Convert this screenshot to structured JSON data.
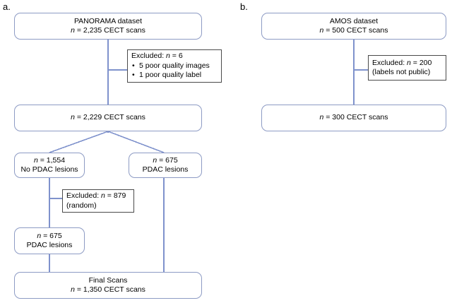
{
  "figure": {
    "type": "flowchart",
    "panels": [
      {
        "label": "a.",
        "name": "panel-a-panorama",
        "nodes": [
          {
            "name": "panorama-dataset-box",
            "kind": "round",
            "lines": [
              "PANORAMA dataset",
              "n = 2,235 CECT scans"
            ]
          },
          {
            "name": "excluded-6-box",
            "kind": "excl",
            "heading": "Excluded: n = 6",
            "bullets": [
              "5 poor quality images",
              "1 poor quality label"
            ]
          },
          {
            "name": "scans-2229-box",
            "kind": "round",
            "lines": [
              "n = 2,229 CECT scans"
            ]
          },
          {
            "name": "no-pdac-1554-box",
            "kind": "round",
            "lines": [
              "n = 1,554",
              "No PDAC lesions"
            ]
          },
          {
            "name": "pdac-675-box",
            "kind": "round",
            "lines": [
              "n = 675",
              "PDAC lesions"
            ]
          },
          {
            "name": "excluded-879-box",
            "kind": "excl",
            "heading": "Excluded: n = 879",
            "bullets": [
              "(random)"
            ]
          },
          {
            "name": "pdac-675-lower-box",
            "kind": "round",
            "lines": [
              "n = 675",
              "PDAC lesions"
            ]
          },
          {
            "name": "final-scans-box",
            "kind": "round",
            "lines": [
              "Final Scans",
              "n = 1,350 CECT scans"
            ]
          }
        ]
      },
      {
        "label": "b.",
        "name": "panel-b-amos",
        "nodes": [
          {
            "name": "amos-dataset-box",
            "kind": "round",
            "lines": [
              "AMOS dataset",
              "n = 500 CECT scans"
            ]
          },
          {
            "name": "excluded-200-box",
            "kind": "excl",
            "heading": "Excluded: n = 200",
            "bullets": [
              "(labels not public)"
            ]
          },
          {
            "name": "scans-300-box",
            "kind": "round",
            "lines": [
              "n = 300 CECT scans"
            ]
          }
        ]
      }
    ]
  },
  "panel_a": {
    "label": "a.",
    "panorama": {
      "title": "PANORAMA dataset",
      "count": "n = 2,235 CECT scans"
    },
    "excluded_6": {
      "heading": "Excluded: n = 6",
      "bullet_1": "5 poor quality images",
      "bullet_2": "1 poor quality label"
    },
    "scans_2229": {
      "count": "n = 2,229 CECT scans"
    },
    "no_pdac": {
      "count": "n = 1,554",
      "desc": "No PDAC lesions"
    },
    "pdac": {
      "count": "n = 675",
      "desc": "PDAC lesions"
    },
    "excluded_879": {
      "heading": "Excluded: n = 879",
      "note": "(random)"
    },
    "pdac_lower": {
      "count": "n = 675",
      "desc": "PDAC lesions"
    },
    "final": {
      "title": "Final Scans",
      "count": "n = 1,350 CECT scans"
    }
  },
  "panel_b": {
    "label": "b.",
    "amos": {
      "title": "AMOS dataset",
      "count": "n = 500 CECT scans"
    },
    "excluded_200": {
      "heading": "Excluded: n = 200",
      "note": "(labels not public)"
    },
    "scans_300": {
      "count": "n = 300 CECT scans"
    }
  },
  "colors": {
    "connector_blue": "#7f92cc",
    "round_border": "#8d9bc4",
    "excl_border": "#4a4a4a",
    "background": "#ffffff",
    "text": "#000000"
  }
}
